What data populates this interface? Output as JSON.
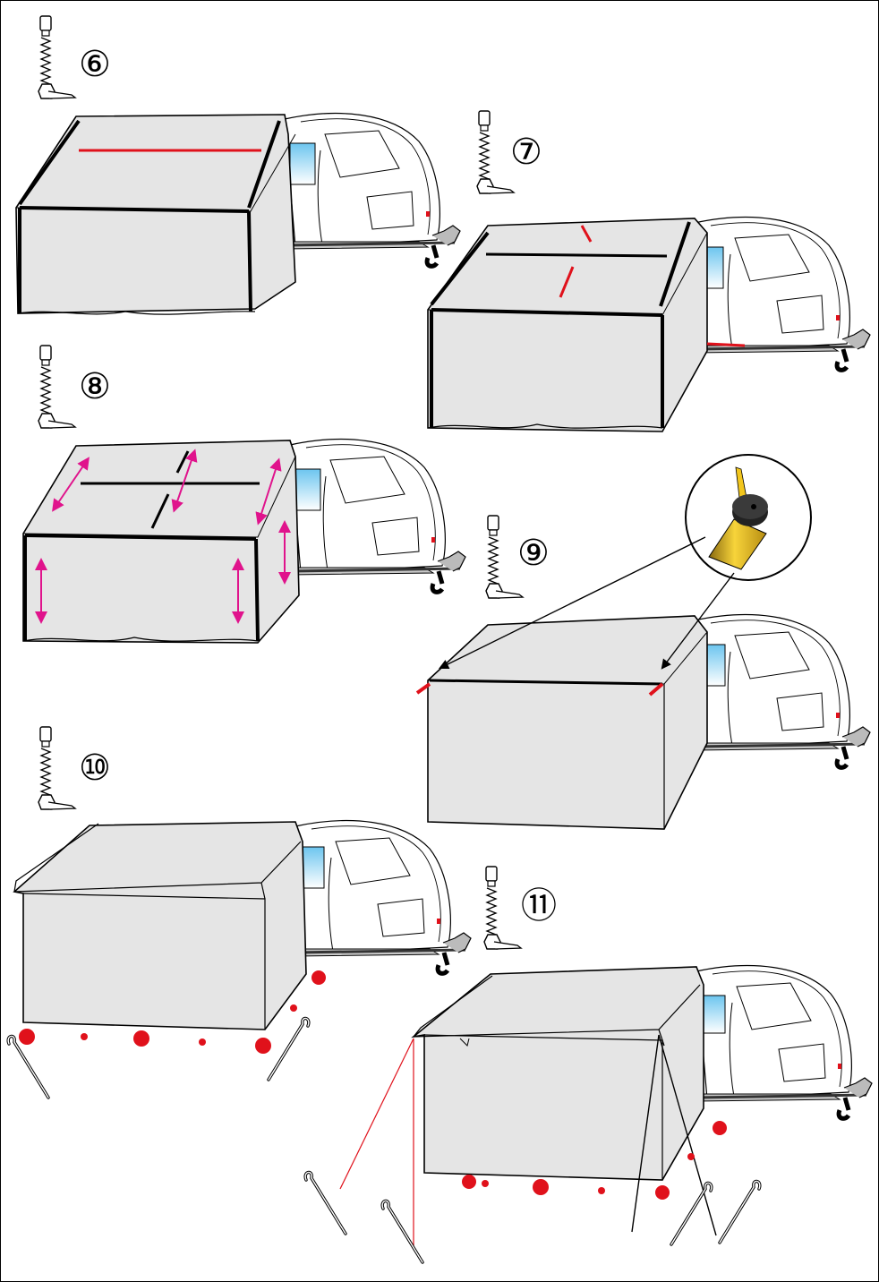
{
  "steps": [
    {
      "number": "⑥"
    },
    {
      "number": "⑦"
    },
    {
      "number": "⑧"
    },
    {
      "number": "⑨"
    },
    {
      "number": "⑩"
    },
    {
      "number": "⑪"
    }
  ],
  "colors": {
    "tent_fill": "#e5e5e5",
    "caravan_fill": "#ffffff",
    "outline": "#000000",
    "highlight_red": "#e0111b",
    "arrow_magenta": "#e0138c",
    "window_blue": "#8fd3f2",
    "pole_yellow": "#f2c61d"
  },
  "icons": [
    "zipper-icon",
    "tent-peg-icon",
    "pole-end-cap-icon"
  ]
}
